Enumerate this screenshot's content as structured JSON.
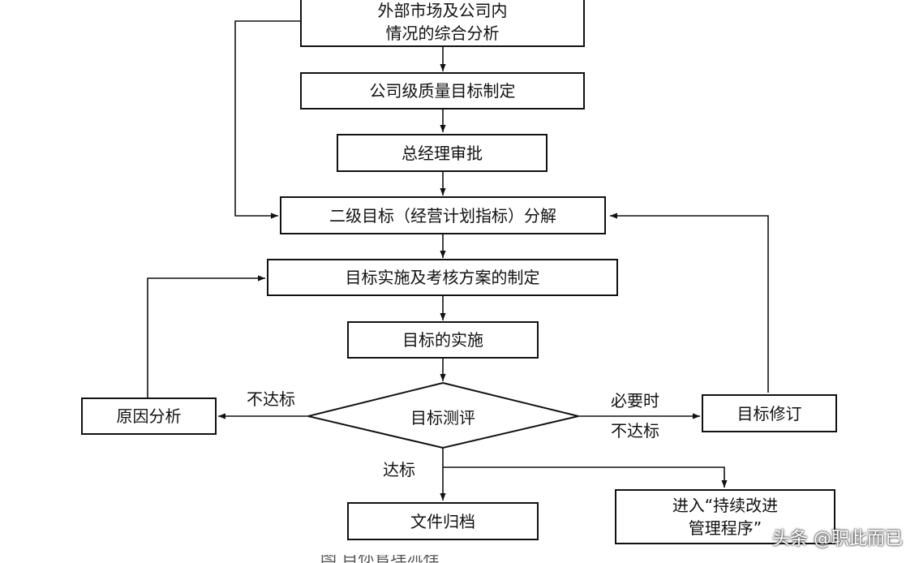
{
  "nodes": {
    "analysis": "外部市场及公司内\n情况的综合分析",
    "company_target": "公司级质量目标制定",
    "gm_approval": "总经理审批",
    "level2_decompose": "二级目标（经营计划指标）分解",
    "scheme": "目标实施及考核方案的制定",
    "implement": "目标的实施",
    "evaluate": "目标测评",
    "cause_analysis": "原因分析",
    "revise": "目标修订",
    "archive": "文件归档",
    "continuous_improve": "进入“持续改进\n管理程序”"
  },
  "edge_labels": {
    "not_met_left": "不达标",
    "when_needed": "必要时",
    "not_met_right": "不达标",
    "met": "达标"
  },
  "watermark": "头条 @职此而已",
  "caption": "图  目标管理流程"
}
